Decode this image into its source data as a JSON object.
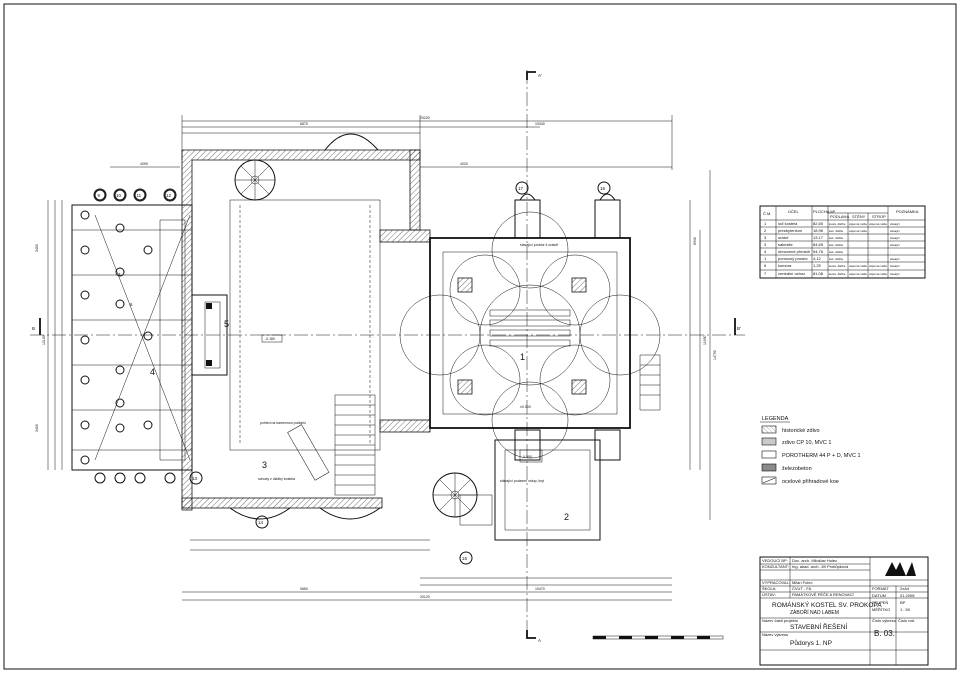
{
  "sections": {
    "a_top": "A'",
    "a_bottom": "A",
    "b_left": "B",
    "b_right": "B'"
  },
  "overall_dims": {
    "top_1": "20220",
    "top_2": "6870",
    "top_3": "10340",
    "top_4": "4090",
    "top_5": "4020",
    "bottom_1": "9650",
    "bottom_2": "10470",
    "bottom_3": "20120",
    "left_1": "3450",
    "left_2": "12160",
    "left_3": "3400",
    "right_1": "14790",
    "right_2": "11690",
    "right_3": "6940"
  },
  "room_numbers": [
    "1",
    "2",
    "3",
    "4",
    "5",
    "6",
    "7"
  ],
  "axis_labels": [
    "9",
    "10",
    "11",
    "12",
    "13",
    "14",
    "15",
    "16",
    "17"
  ],
  "room_table": {
    "headers": [
      "Č.M.",
      "ÚČEL",
      "PLOCHA\nM²",
      "PODLAHA",
      "STĚNY",
      "STROP",
      "POZNÁMKA"
    ],
    "rows": [
      [
        "1",
        "loď kostela",
        "82,65",
        "keram. dlažba",
        "vápenná malba",
        "vápenná malba",
        "stávající"
      ],
      [
        "2",
        "presbytenium",
        "18,96",
        "kam. dlažba",
        "vápenná malba",
        "-",
        "stávající"
      ],
      [
        "3",
        "oratoř",
        "13,17",
        "kam. dlažba",
        "-",
        "-",
        "stávající"
      ],
      [
        "3",
        "sakristie",
        "84,65",
        "kam. dlažba",
        "-",
        "-",
        "stávající"
      ],
      [
        "4",
        "obnovené předsíň",
        "54,78",
        "kam. dlažba",
        "-",
        "-",
        "-"
      ],
      [
        "1",
        "pomocný prostor",
        "4,12",
        "kam. dlažba",
        "-",
        "-",
        "stávající"
      ],
      [
        "6",
        "komora",
        "1,25",
        "keram. dlažba",
        "vápenná malba",
        "vápenná malba",
        "stávající"
      ],
      [
        "7",
        "centrální ochoz",
        "81,08",
        "keram. dlažba",
        "vápenná malba",
        "vápenná malba",
        "stávající"
      ]
    ]
  },
  "legend": {
    "title": "LEGENDA",
    "items": [
      "historické zdivo",
      "zdivo CP 10,  MVC 1",
      "POROTHERM 44 P + D,  MVC 1",
      "železobeton",
      "ocelové přihradové koe"
    ]
  },
  "title_block": {
    "lbl_project_lead": "VEDOUCÍ BP:",
    "val_project_lead": "Doc. arch. Milošlav Hulec",
    "lbl_consultant": "KONZULTANT:",
    "val_consultant": "Ing. akad. arch. Jiří Prokůpková",
    "lbl_author": "VYPRACOVAL:",
    "val_author": "Milan Fulec",
    "lbl_school": "ŠKOLA:",
    "val_school": "ČVUT - FA",
    "lbl_subject": "ÚSTAV:",
    "val_subject": "PAMÁTKOVÉ PÉČE A RENOVACÍ",
    "project_name": "ROMÁNSKÝ KOSTEL SV. PROKOPA",
    "project_place": "ZÁBOŘÍ NAD LABEM",
    "meta_labels": [
      "FORMÁT",
      "DATUM",
      "STUPEŇ",
      "MĚŘÍTKO"
    ],
    "meta_values": [
      "2xA4",
      "01.2008",
      "BP",
      "1 : 50"
    ],
    "lbl_part": "Název části projektu",
    "val_part": "STAVEBNÍ ŘEŠENÍ",
    "lbl_drawing": "Název výkresu",
    "val_drawing": "Půdorys 1. NP",
    "lbl_drawing_no": "Číslo výkresu",
    "val_drawing_no": "B. 03.",
    "lbl_sheet": "Číslo nař."
  },
  "annotations": {
    "stairs_note": "stávající prostor k oratoři",
    "level_1": "-0.180",
    "level_2": "±0.000",
    "level_3": "-0.550",
    "floor_note": "pohled na kamennou podlahu",
    "stair_note": "schody z dlažby kostela",
    "crypt_note": "stávající podzemí vstup, kryt"
  }
}
